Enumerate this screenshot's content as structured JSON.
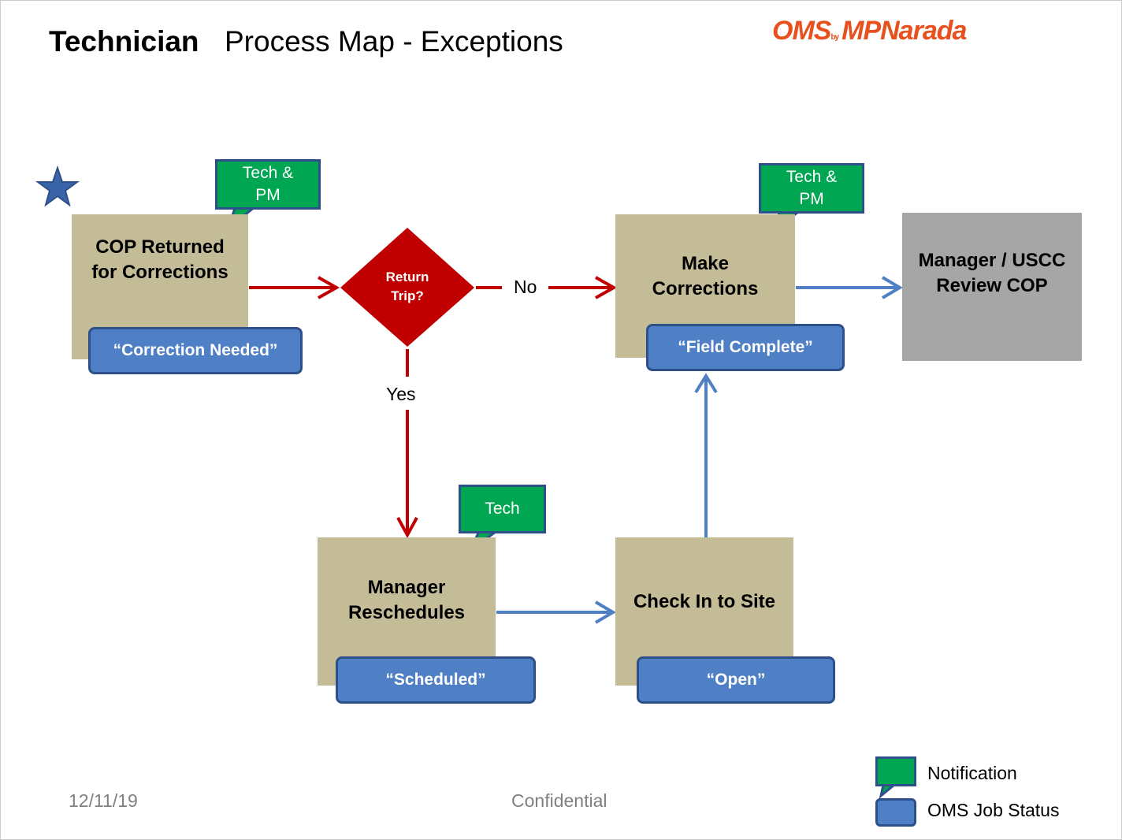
{
  "header": {
    "title_bold": "Technician",
    "title_rest": "Process Map - Exceptions",
    "logo": {
      "oms": "OMS",
      "by": "by",
      "mp": "MP",
      "narada": "Narada"
    }
  },
  "nodes": {
    "cop_returned": "COP Returned\nfor Corrections",
    "return_trip": "Return\nTrip?",
    "make_corrections": "Make\nCorrections",
    "manager_review": "Manager / USCC\nReview COP",
    "manager_reschedules": "Manager\nReschedules",
    "check_in": "Check In to Site"
  },
  "statuses": {
    "correction_needed": "“Correction Needed”",
    "field_complete": "“Field Complete”",
    "scheduled": "“Scheduled”",
    "open": "“Open”"
  },
  "notifications": {
    "cop_returned": "Tech &\nPM",
    "make_corrections": "Tech &\nPM",
    "manager_reschedules": "Tech"
  },
  "edge_labels": {
    "no": "No",
    "yes": "Yes"
  },
  "legend": {
    "notification": "Notification",
    "status": "OMS Job Status"
  },
  "footer": {
    "date": "12/11/19",
    "confidential": "Confidential"
  },
  "colors": {
    "process_box": "#c4bc97",
    "status": "#4f7fc4",
    "notification": "#00a651",
    "decision": "#c00000",
    "review": "#a6a6a6",
    "flow_red": "#c00000",
    "flow_blue": "#4f7fc4"
  }
}
